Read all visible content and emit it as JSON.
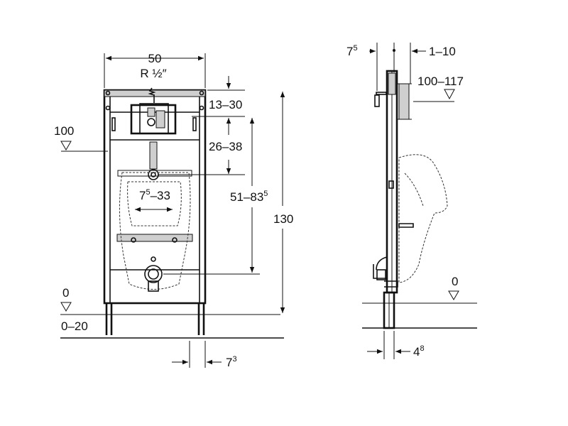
{
  "labels": {
    "width_50": "50",
    "r_half_base": "R ½″",
    "d_13_30": "13–30",
    "d_26_38": "26–38",
    "d_100": "100",
    "d_75_33_base": "7",
    "d_75_33_sup": "5",
    "d_75_33_rest": "–33",
    "d_51_835_base": "51–83",
    "d_51_835_sup": "5",
    "d_130": "130",
    "d_0_left": "0",
    "d_0_20": "0–20",
    "d_73_base": "7",
    "d_73_sup": "3",
    "side_75_base": "7",
    "side_75_sup": "5",
    "side_1_10": "1–10",
    "side_100_117": "100–117",
    "side_0": "0",
    "side_48_base": "4",
    "side_48_sup": "8"
  },
  "colors": {
    "line": "#111111",
    "fill_gray": "#cfcfcf",
    "background": "#ffffff"
  }
}
